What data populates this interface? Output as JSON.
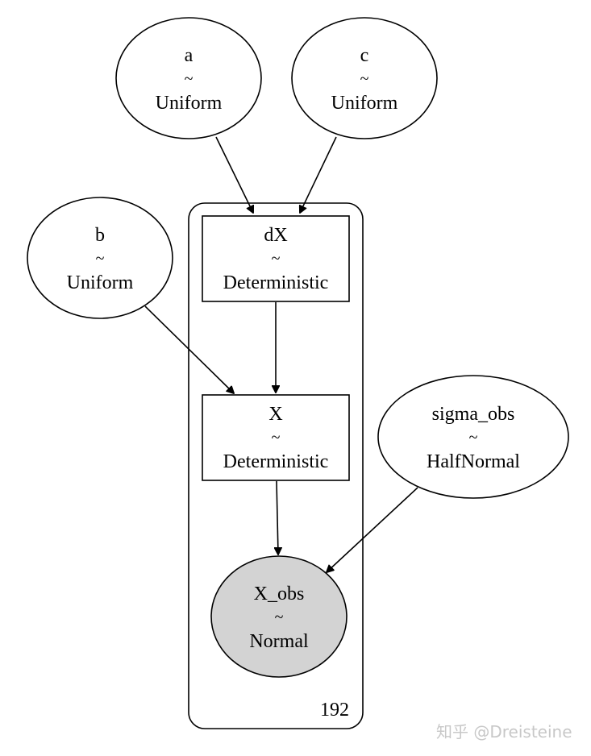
{
  "diagram": {
    "plate": {
      "label": "192"
    },
    "nodes": {
      "a": {
        "name": "a",
        "tilde": "~",
        "dist": "Uniform"
      },
      "c": {
        "name": "c",
        "tilde": "~",
        "dist": "Uniform"
      },
      "b": {
        "name": "b",
        "tilde": "~",
        "dist": "Uniform"
      },
      "dX": {
        "name": "dX",
        "tilde": "~",
        "dist": "Deterministic"
      },
      "X": {
        "name": "X",
        "tilde": "~",
        "dist": "Deterministic"
      },
      "sigma_obs": {
        "name": "sigma_obs",
        "tilde": "~",
        "dist": "HalfNormal"
      },
      "X_obs": {
        "name": "X_obs",
        "tilde": "~",
        "dist": "Normal"
      }
    },
    "edges": [
      {
        "from": "a",
        "to": "dX"
      },
      {
        "from": "c",
        "to": "dX"
      },
      {
        "from": "b",
        "to": "X"
      },
      {
        "from": "dX",
        "to": "X"
      },
      {
        "from": "X",
        "to": "X_obs"
      },
      {
        "from": "sigma_obs",
        "to": "X_obs"
      }
    ]
  },
  "watermark": "知乎 @Dreisteine"
}
